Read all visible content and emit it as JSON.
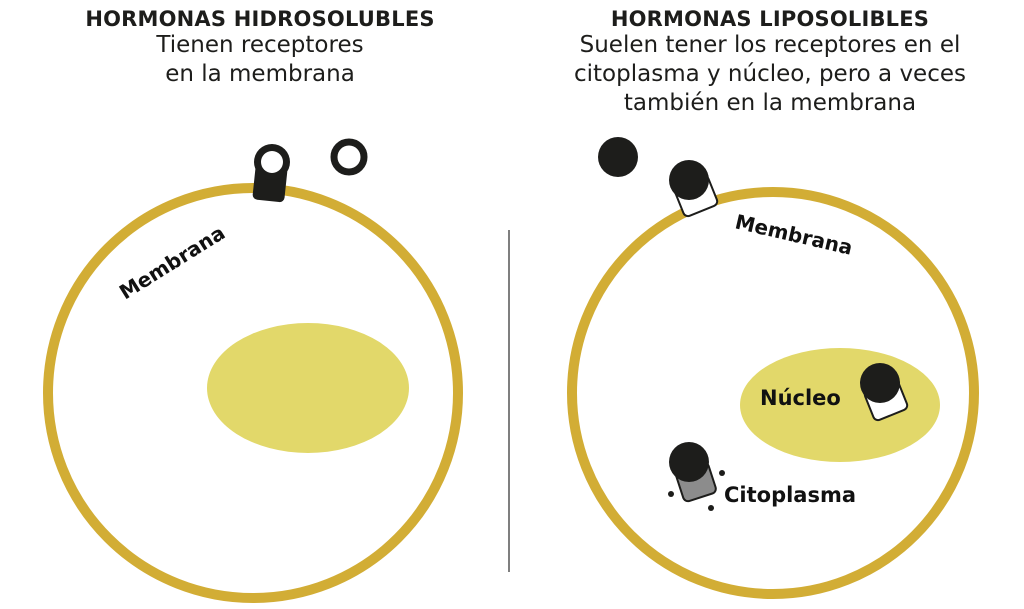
{
  "left": {
    "title": "HORMONAS HIDROSOLUBLES",
    "subtitle_lines": [
      "Tienen receptores",
      "en la membrana"
    ],
    "membrane_label": "Membrana"
  },
  "right": {
    "title": "HORMONAS LIPOSOLIBLES",
    "subtitle_lines": [
      "Suelen tener los receptores en el",
      "citoplasma y núcleo, pero a veces",
      "también en la membrana"
    ],
    "membrane_label": "Membrana",
    "nucleus_label": "Núcleo",
    "cytoplasm_label": "Citoplasma"
  },
  "colors": {
    "membrane": "#d2ad35",
    "nucleus": "#e2d86a",
    "hormone": "#1d1d1b",
    "cytoplasm_receptor": "#8c8c8c"
  }
}
